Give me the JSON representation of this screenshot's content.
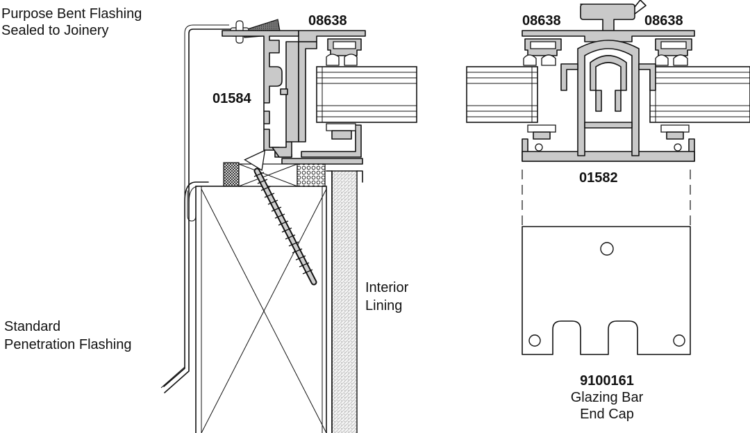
{
  "labels": {
    "purpose_flashing_line1": "Purpose Bent Flashing",
    "purpose_flashing_line2": "Sealed to Joinery",
    "code_08638_left": "08638",
    "code_01584": "01584",
    "interior_lining_line1": "Interior",
    "interior_lining_line2": "Lining",
    "standard_flashing_line1": "Standard",
    "standard_flashing_line2": "Penetration Flashing",
    "code_08638_center_left": "08638",
    "code_08638_center_right": "08638",
    "code_01582": "01582",
    "end_cap_code": "9100161",
    "end_cap_line1": "Glazing Bar",
    "end_cap_line2": "End Cap"
  },
  "colors": {
    "extrusion_fill": "#c9c9c9",
    "line": "#111111",
    "sealant": "#555555",
    "background": "#ffffff"
  }
}
